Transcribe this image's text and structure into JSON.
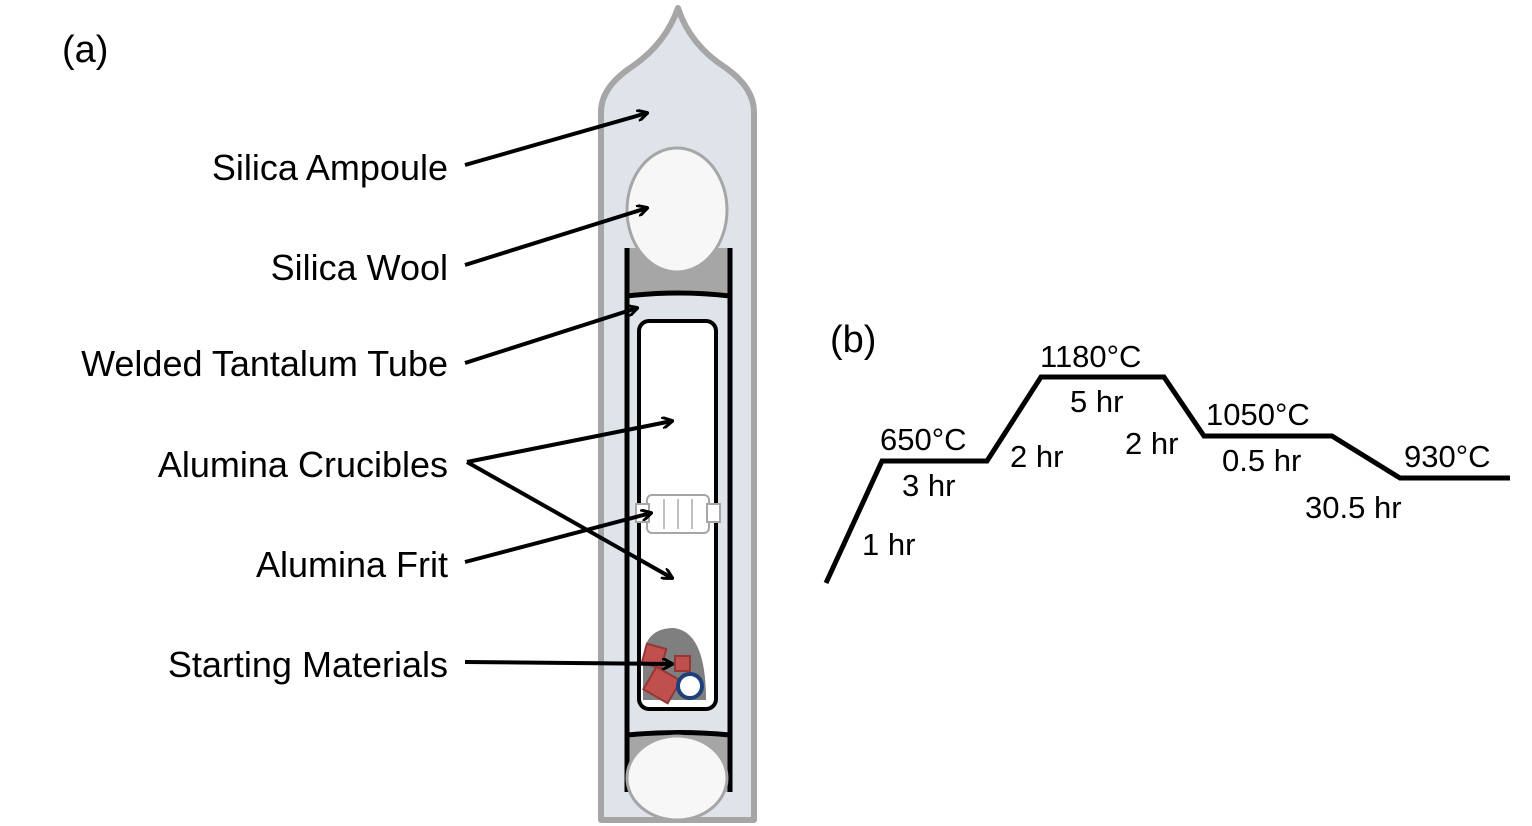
{
  "panel_a": {
    "label": "(a)",
    "parts": [
      {
        "id": "silica-ampoule",
        "text": "Silica Ampoule"
      },
      {
        "id": "silica-wool",
        "text": "Silica Wool"
      },
      {
        "id": "welded-tantalum-tube",
        "text": "Welded Tantalum Tube"
      },
      {
        "id": "alumina-crucibles",
        "text": "Alumina Crucibles"
      },
      {
        "id": "alumina-frit",
        "text": "Alumina Frit"
      },
      {
        "id": "starting-materials",
        "text": "Starting Materials"
      }
    ]
  },
  "panel_b": {
    "label": "(b)",
    "temp_650": "650°C",
    "temp_1180": "1180°C",
    "temp_1050": "1050°C",
    "temp_930": "930°C",
    "ramp_1": "1 hr",
    "dwell_1": "3 hr",
    "ramp_2": "2 hr",
    "dwell_2": "5 hr",
    "ramp_3": "2 hr",
    "dwell_3": "0.5 hr",
    "ramp_4": "30.5 hr"
  },
  "colors": {
    "ampoule_fill": "#dfe3ea",
    "ampoule_stroke": "#a6a6a6",
    "wool_fill": "#f7f7f7",
    "tantalum_gray": "#a6a6a6",
    "material_red": "#c0504d",
    "material_blue": "#1f3f7a"
  }
}
